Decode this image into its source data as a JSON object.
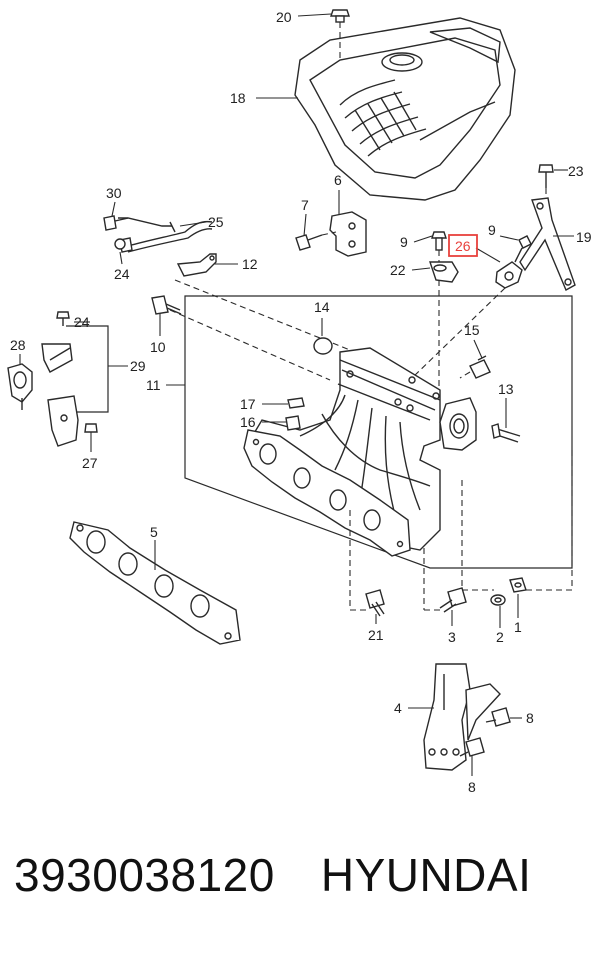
{
  "labels": {
    "c1": "1",
    "c2": "2",
    "c3": "3",
    "c4": "4",
    "c5": "5",
    "c6": "6",
    "c7": "7",
    "c8a": "8",
    "c8b": "8",
    "c9a": "9",
    "c9b": "9",
    "c10": "10",
    "c11": "11",
    "c12": "12",
    "c13": "13",
    "c14": "14",
    "c15": "15",
    "c16": "16",
    "c17": "17",
    "c18": "18",
    "c19": "19",
    "c20": "20",
    "c21": "21",
    "c22": "22",
    "c23": "23",
    "c24a": "24",
    "c24b": "24",
    "c25": "25",
    "c26": "26",
    "c27": "27",
    "c28": "28",
    "c29": "29",
    "c30": "30"
  },
  "highlight": {
    "label": "26",
    "color": "#e8413c"
  },
  "caption": {
    "part_number": "3930038120",
    "brand": "HYUNDAI"
  }
}
